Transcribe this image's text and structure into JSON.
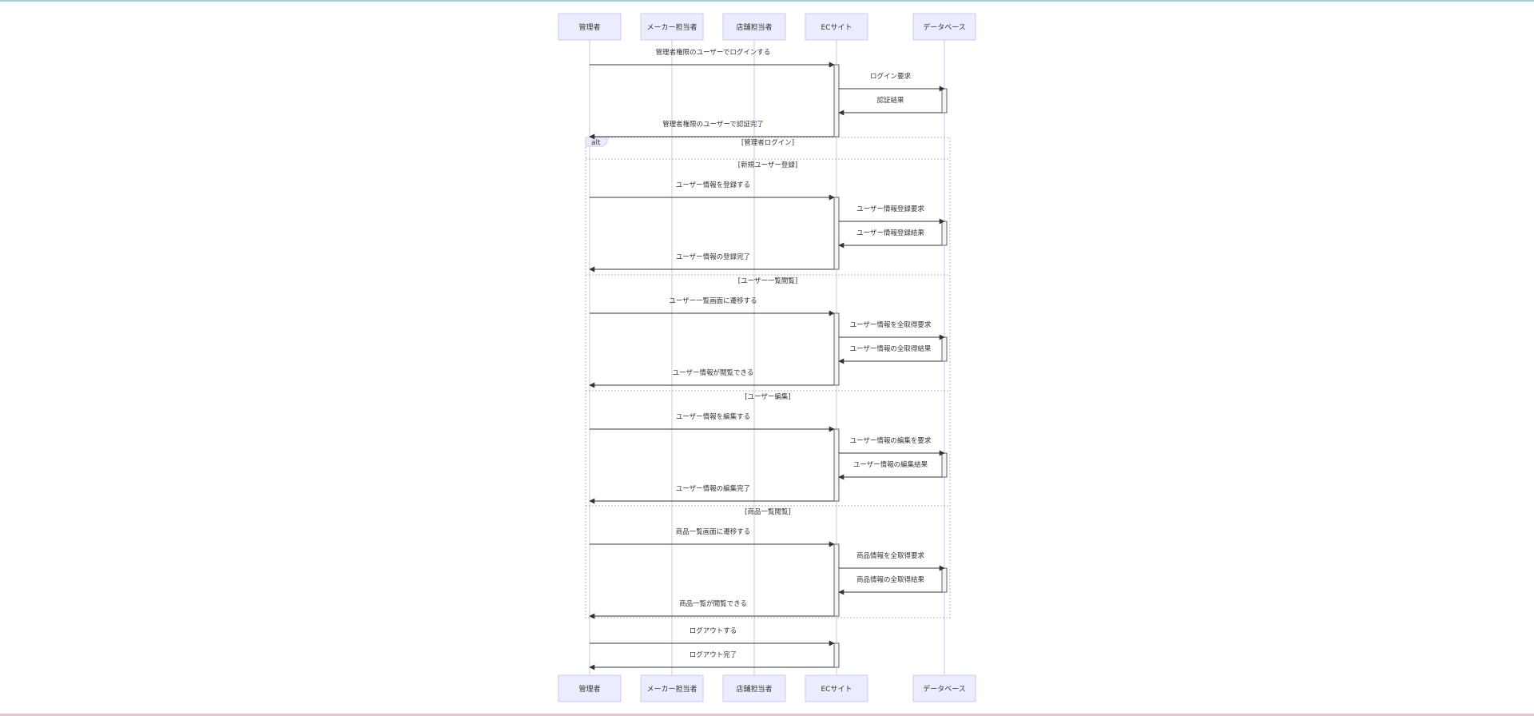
{
  "participants": [
    {
      "id": "admin",
      "label": "管理者"
    },
    {
      "id": "maker",
      "label": "メーカー担当者"
    },
    {
      "id": "store",
      "label": "店舗担当者"
    },
    {
      "id": "ec",
      "label": "ECサイト"
    },
    {
      "id": "db",
      "label": "データベース"
    }
  ],
  "messages": [
    {
      "from": "admin",
      "to": "ec",
      "text": "管理者権限のユーザーでログインする"
    },
    {
      "from": "ec",
      "to": "db",
      "text": "ログイン要求"
    },
    {
      "from": "db",
      "to": "ec",
      "text": "認証結果"
    },
    {
      "from": "ec",
      "to": "admin",
      "text": "管理者権限のユーザーで認証完了"
    }
  ],
  "alt_frame": {
    "keyword": "alt",
    "condition": "[管理者ログイン]",
    "sections": [
      {
        "condition": "[新規ユーザー登録]",
        "messages": [
          {
            "from": "admin",
            "to": "ec",
            "text": "ユーザー情報を登録する"
          },
          {
            "from": "ec",
            "to": "db",
            "text": "ユーザー情報登録要求"
          },
          {
            "from": "db",
            "to": "ec",
            "text": "ユーザー情報登録結果"
          },
          {
            "from": "ec",
            "to": "admin",
            "text": "ユーザー情報の登録完了"
          }
        ]
      },
      {
        "condition": "[ユーザー一覧閲覧]",
        "messages": [
          {
            "from": "admin",
            "to": "ec",
            "text": "ユーザー一覧画面に遷移する"
          },
          {
            "from": "ec",
            "to": "db",
            "text": "ユーザー情報を全取得要求"
          },
          {
            "from": "db",
            "to": "ec",
            "text": "ユーザー情報の全取得結果"
          },
          {
            "from": "ec",
            "to": "admin",
            "text": "ユーザー情報が閲覧できる"
          }
        ]
      },
      {
        "condition": "[ユーザー編集]",
        "messages": [
          {
            "from": "admin",
            "to": "ec",
            "text": "ユーザー情報を編集する"
          },
          {
            "from": "ec",
            "to": "db",
            "text": "ユーザー情報の編集を要求"
          },
          {
            "from": "db",
            "to": "ec",
            "text": "ユーザー情報の編集結果"
          },
          {
            "from": "ec",
            "to": "admin",
            "text": "ユーザー情報の編集完了"
          }
        ]
      },
      {
        "condition": "[商品一覧閲覧]",
        "messages": [
          {
            "from": "admin",
            "to": "ec",
            "text": "商品一覧画面に遷移する"
          },
          {
            "from": "ec",
            "to": "db",
            "text": "商品情報を全取得要求"
          },
          {
            "from": "db",
            "to": "ec",
            "text": "商品情報の全取得結果"
          },
          {
            "from": "ec",
            "to": "admin",
            "text": "商品一覧が閲覧できる"
          }
        ]
      }
    ]
  },
  "closing_messages": [
    {
      "from": "admin",
      "to": "ec",
      "text": "ログアウトする"
    },
    {
      "from": "ec",
      "to": "admin",
      "text": "ログアウト完了"
    }
  ]
}
